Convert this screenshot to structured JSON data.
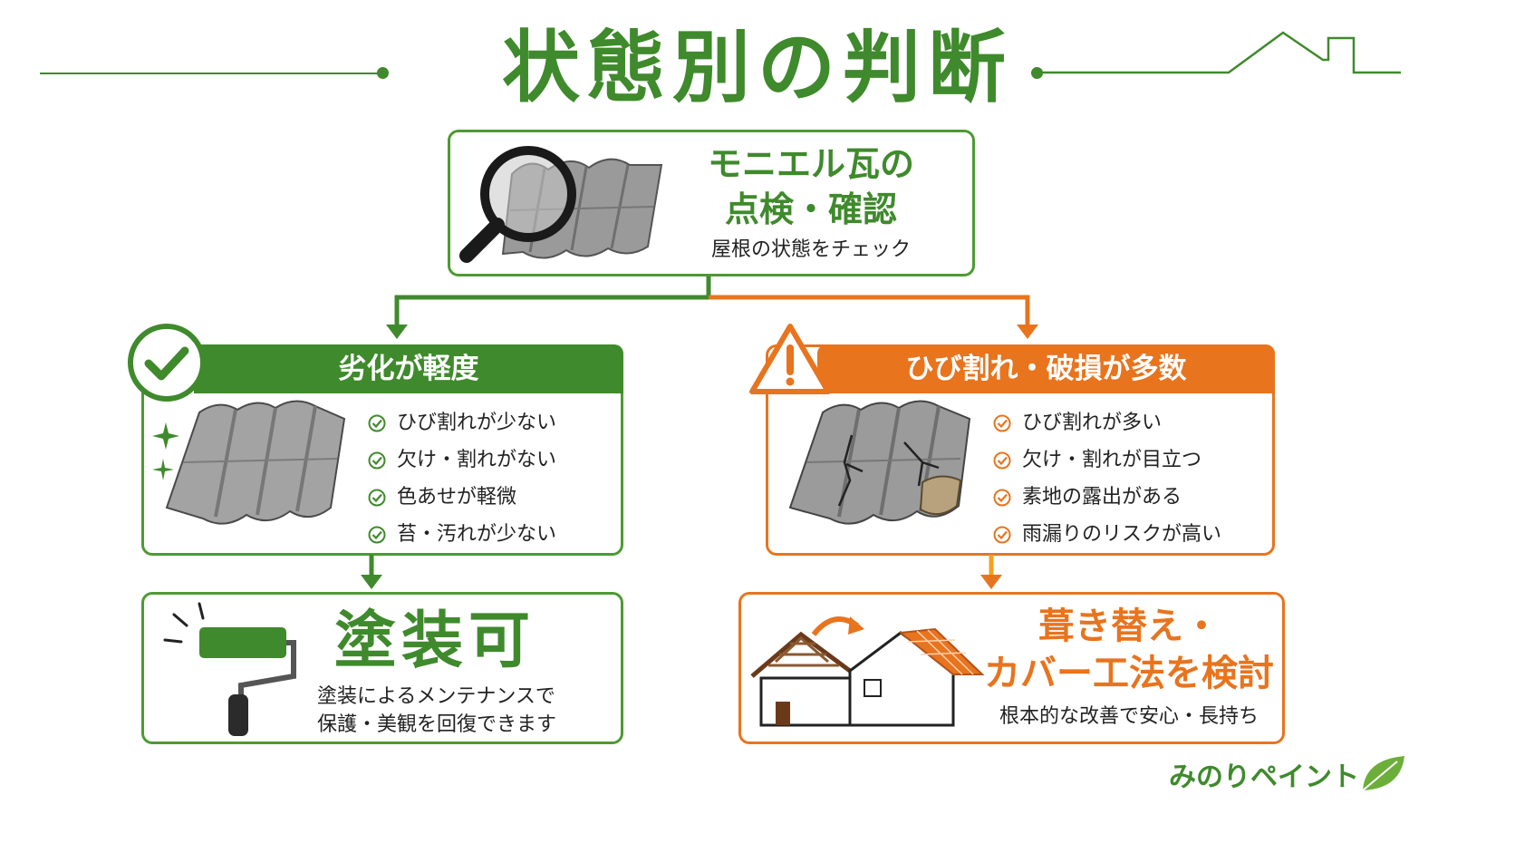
{
  "page": {
    "title": "状態別の判断",
    "brand": "みのりペイント"
  },
  "colors": {
    "green": "#3f8a2c",
    "orange": "#e8741e"
  },
  "inspection": {
    "title_line1": "モニエル瓦の",
    "title_line2": "点検・確認",
    "subtitle": "屋根の状態をチェック",
    "icon": "magnifier-roof-tile-icon"
  },
  "mild": {
    "header": "劣化が軽度",
    "badge_icon": "check-circle-icon",
    "items": [
      "ひび割れが少ない",
      "欠け・割れがない",
      "色あせが軽微",
      "苔・汚れが少ない"
    ],
    "result": {
      "title": "塗装可",
      "line1": "塗装によるメンテナンスで",
      "line2": "保護・美観を回復できます",
      "icon": "paint-roller-icon"
    }
  },
  "severe": {
    "header": "ひび割れ・破損が多数",
    "badge_icon": "warning-triangle-icon",
    "items": [
      "ひび割れが多い",
      "欠け・割れが目立つ",
      "素地の露出がある",
      "雨漏りのリスクが高い"
    ],
    "result": {
      "title_line1": "葺き替え・",
      "title_line2": "カバー工法を検討",
      "subtitle": "根本的な改善で安心・長持ち",
      "icon": "house-reroof-icon"
    }
  }
}
